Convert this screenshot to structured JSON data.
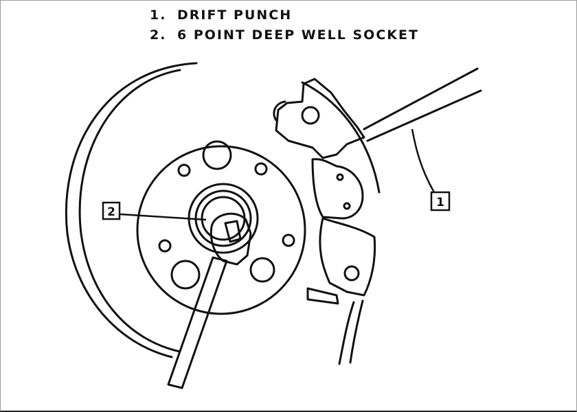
{
  "legend": {
    "items": [
      {
        "number": "1.",
        "label": "DRIFT PUNCH"
      },
      {
        "number": "2.",
        "label": "6 POINT DEEP WELL SOCKET"
      }
    ]
  },
  "callouts": {
    "drift_punch": "1",
    "socket": "2"
  },
  "colors": {
    "line": "#111111",
    "background": "#ffffff"
  }
}
